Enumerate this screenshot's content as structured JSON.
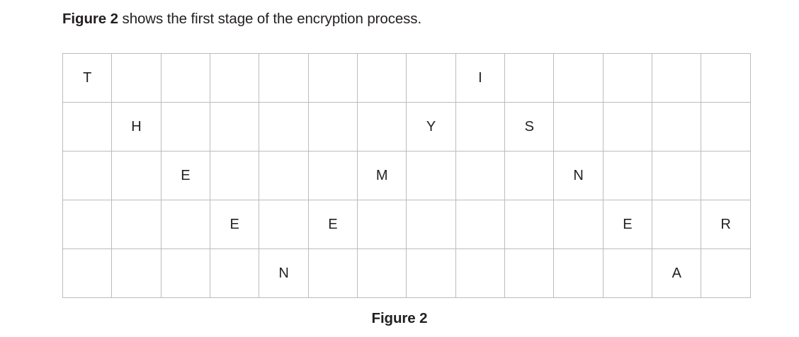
{
  "intro": {
    "bold_prefix": "Figure 2",
    "rest": " shows the first stage of the encryption process."
  },
  "caption": {
    "text": "Figure 2"
  },
  "grid": {
    "rows": 5,
    "columns": 14,
    "border_color": "#bcbcbe",
    "background_color": "#ffffff",
    "text_color": "#231f20",
    "cells": [
      [
        "T",
        "",
        "",
        "",
        "",
        "",
        "",
        "",
        "I",
        "",
        "",
        "",
        "",
        ""
      ],
      [
        "",
        "H",
        "",
        "",
        "",
        "",
        "",
        "Y",
        "",
        "S",
        "",
        "",
        "",
        ""
      ],
      [
        "",
        "",
        "E",
        "",
        "",
        "",
        "M",
        "",
        "",
        "",
        "N",
        "",
        "",
        ""
      ],
      [
        "",
        "",
        "",
        "E",
        "",
        "E",
        "",
        "",
        "",
        "",
        "",
        "E",
        "",
        "R"
      ],
      [
        "",
        "",
        "",
        "",
        "N",
        "",
        "",
        "",
        "",
        "",
        "",
        "",
        "A",
        ""
      ]
    ]
  }
}
